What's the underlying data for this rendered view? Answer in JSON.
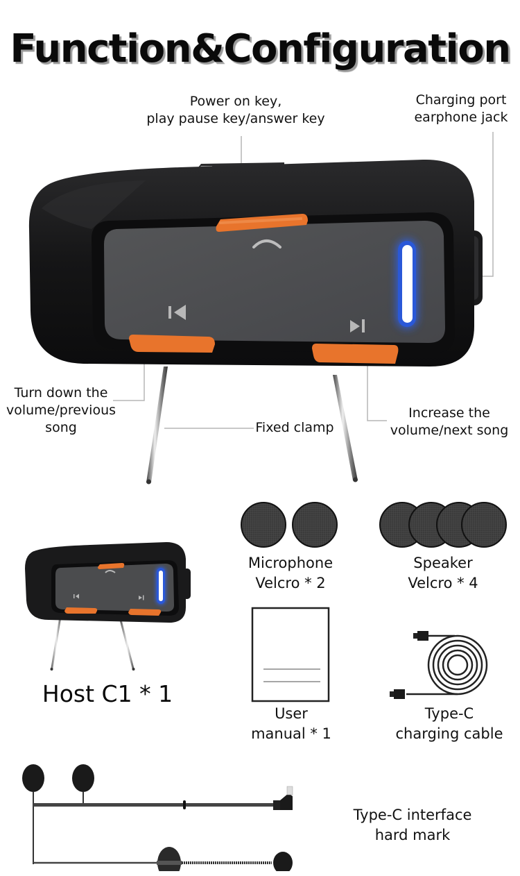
{
  "title": "Function&Configuration",
  "diagram": {
    "callouts": {
      "power_key": {
        "line1": "Power on key,",
        "line2": "play pause key/answer key"
      },
      "charging_port": {
        "line1": "Charging port",
        "line2": "earphone jack"
      },
      "volume_down": {
        "line1": "Turn down the",
        "line2": "volume/previous",
        "line3": "song"
      },
      "fixed_clamp": {
        "label": "Fixed clamp"
      },
      "volume_up": {
        "line1": "Increase the",
        "line2": "volume/next song"
      }
    },
    "colors": {
      "body": "#1c1c1e",
      "panel": "#4a4b4d",
      "button": "#e8742c",
      "led": "#2f5fe0",
      "led_core": "#ffffff"
    },
    "icons": [
      "answer-call-icon",
      "previous-track-icon",
      "next-track-icon"
    ]
  },
  "package_contents": {
    "microphone_velcro": {
      "line1": "Microphone",
      "line2": "Velcro * 2",
      "count": 2
    },
    "speaker_velcro": {
      "line1": "Speaker",
      "line2": "Velcro * 4",
      "count": 4
    },
    "host": {
      "label": "Host C1 * 1"
    },
    "user_manual": {
      "line1": "User",
      "line2": "manual * 1"
    },
    "charging_cable": {
      "line1": "Type-C",
      "line2": "charging cable"
    },
    "headset": {
      "line1": "Type-C interface",
      "line2": "hard mark"
    }
  }
}
